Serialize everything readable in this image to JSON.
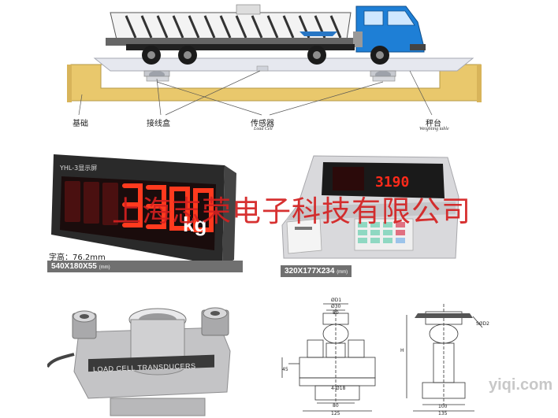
{
  "truck_scale_diagram": {
    "labels": {
      "foundation": "基础",
      "junction_box": "接线盒",
      "load_cell_cn": "传感器",
      "load_cell_en": "Load Cell",
      "weighing_table_cn": "秤台",
      "weighing_table_en": "Weighting table"
    },
    "colors": {
      "truck_blue": "#1e7fd6",
      "foundation": "#e8c86a"
    }
  },
  "large_display": {
    "model_label": "YHL-3显示屏",
    "unit": "kg",
    "char_height": "字高：76.2mm",
    "dimensions": "540X180X55",
    "dimensions_unit": "(mm)"
  },
  "indicator": {
    "reading": "3190",
    "dimensions": "320X177X234",
    "dimensions_unit": "(mm)"
  },
  "load_cell_photo": {
    "text": "LOAD CELL TRANSDUCERS"
  },
  "drawing": {
    "dims": {
      "d1": "ØD1",
      "d30": "Ø30",
      "d1v": "80",
      "d2": "SØD2",
      "h": "H",
      "h2": "45",
      "holes": "4-Ø18",
      "w1": "80",
      "w2": "125",
      "w3": "100",
      "w4": "135"
    }
  },
  "watermark": "上海志荣电子科技有限公司",
  "site_watermark": "yiqi.com"
}
